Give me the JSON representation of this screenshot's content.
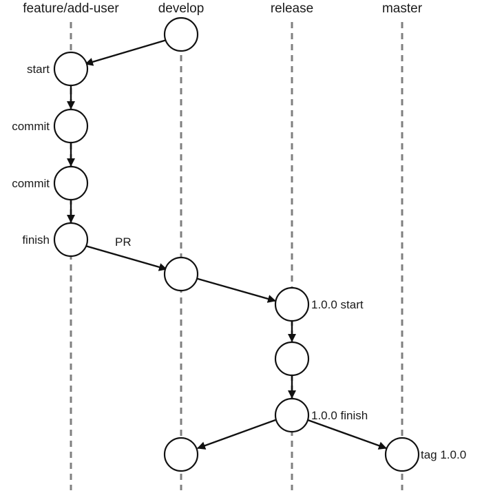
{
  "lanes": [
    {
      "id": "feature",
      "title": "feature/add-user"
    },
    {
      "id": "develop",
      "title": "develop"
    },
    {
      "id": "release",
      "title": "release"
    },
    {
      "id": "master",
      "title": "master"
    }
  ],
  "nodes": [
    {
      "id": "d1",
      "lane": "develop",
      "label": ""
    },
    {
      "id": "f1",
      "lane": "feature",
      "label": "start"
    },
    {
      "id": "f2",
      "lane": "feature",
      "label": "commit"
    },
    {
      "id": "f3",
      "lane": "feature",
      "label": "commit"
    },
    {
      "id": "f4",
      "lane": "feature",
      "label": "finish"
    },
    {
      "id": "d2",
      "lane": "develop",
      "label": ""
    },
    {
      "id": "r1",
      "lane": "release",
      "label": "1.0.0 start"
    },
    {
      "id": "r2",
      "lane": "release",
      "label": ""
    },
    {
      "id": "r3",
      "lane": "release",
      "label": "1.0.0 finish"
    },
    {
      "id": "d3",
      "lane": "develop",
      "label": ""
    },
    {
      "id": "m1",
      "lane": "master",
      "label": "tag 1.0.0"
    }
  ],
  "edges": [
    {
      "from": "d1",
      "to": "f1",
      "label": ""
    },
    {
      "from": "f1",
      "to": "f2",
      "label": ""
    },
    {
      "from": "f2",
      "to": "f3",
      "label": ""
    },
    {
      "from": "f3",
      "to": "f4",
      "label": ""
    },
    {
      "from": "f4",
      "to": "d2",
      "label": "PR"
    },
    {
      "from": "d2",
      "to": "r1",
      "label": ""
    },
    {
      "from": "r1",
      "to": "r2",
      "label": ""
    },
    {
      "from": "r2",
      "to": "r3",
      "label": ""
    },
    {
      "from": "r3",
      "to": "d3",
      "label": ""
    },
    {
      "from": "r3",
      "to": "m1",
      "label": ""
    }
  ],
  "colors": {
    "lane_line": "#7f7f7f",
    "stroke": "#111111",
    "text": "#1a1a1a"
  }
}
